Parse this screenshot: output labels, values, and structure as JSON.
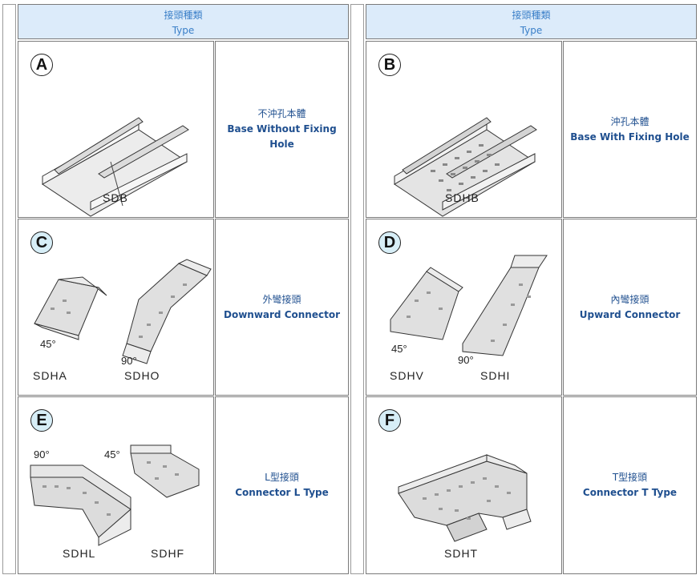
{
  "header": {
    "left": {
      "zh": "接頭種類",
      "en": "Type"
    },
    "right": {
      "zh": "接頭種類",
      "en": "Type"
    }
  },
  "items": [
    {
      "letter": "A",
      "labels": [
        "SDB"
      ],
      "angles": [],
      "desc_zh": "不沖孔本體",
      "desc_en": "Base Without Fixing Hole"
    },
    {
      "letter": "B",
      "labels": [
        "SDHB"
      ],
      "angles": [],
      "desc_zh": "沖孔本體",
      "desc_en": "Base With Fixing Hole"
    },
    {
      "letter": "C",
      "labels": [
        "SDHA",
        "SDHO"
      ],
      "angles": [
        "45°",
        "90°"
      ],
      "desc_zh": "外彎接頭",
      "desc_en": "Downward Connector"
    },
    {
      "letter": "D",
      "labels": [
        "SDHV",
        "SDHI"
      ],
      "angles": [
        "45°",
        "90°"
      ],
      "desc_zh": "內彎接頭",
      "desc_en": "Upward Connector"
    },
    {
      "letter": "E",
      "labels": [
        "SDHL",
        "SDHF"
      ],
      "angles": [
        "90°",
        "45°"
      ],
      "desc_zh": "L型接頭",
      "desc_en": "Connector L Type"
    },
    {
      "letter": "F",
      "labels": [
        "SDHT"
      ],
      "angles": [],
      "desc_zh": "T型接頭",
      "desc_en": "Connector T Type"
    }
  ],
  "colors": {
    "header_bg": "#dcebfa",
    "header_text": "#3a7fc8",
    "desc_text": "#1f4f8f",
    "letter_bg": "#d7eef7"
  }
}
